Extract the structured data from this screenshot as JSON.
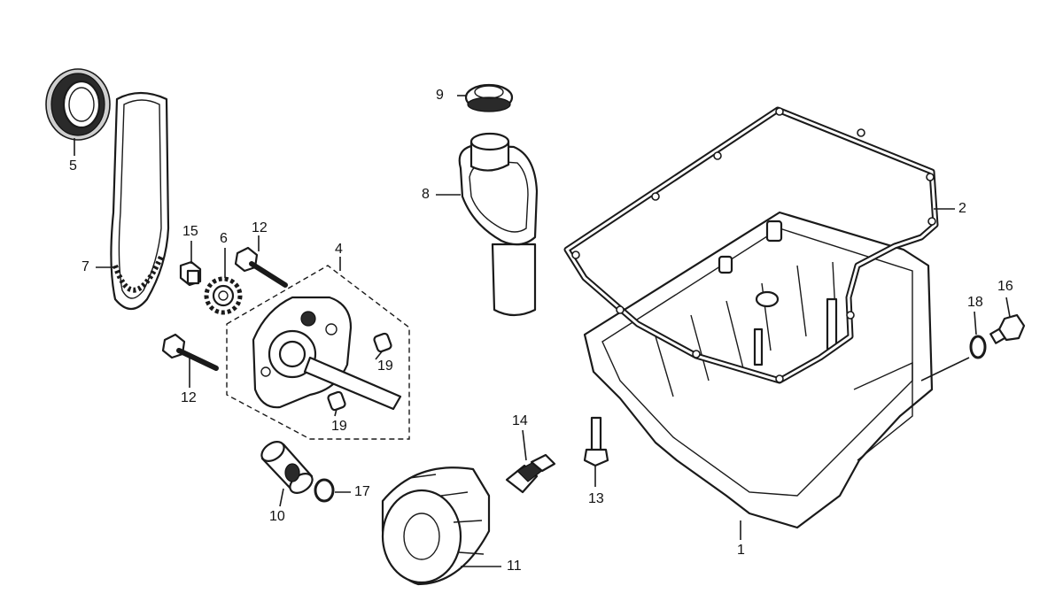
{
  "callouts": [
    {
      "id": "1",
      "part": "oil-pan"
    },
    {
      "id": "2",
      "part": "oil-pan-gasket"
    },
    {
      "id": "4",
      "part": "oil-pump-assembly"
    },
    {
      "id": "5",
      "part": "oil-pump-driven-sprocket"
    },
    {
      "id": "6",
      "part": "oil-pump-drive-sprocket"
    },
    {
      "id": "7",
      "part": "oil-pump-drive-chain"
    },
    {
      "id": "8",
      "part": "oil-strainer"
    },
    {
      "id": "9",
      "part": "strainer-seal"
    },
    {
      "id": "10",
      "part": "oil-pipe"
    },
    {
      "id": "11",
      "part": "oil-filter-cartridge"
    },
    {
      "id": "12a",
      "label": "12",
      "part": "pump-flange-bolt-upper"
    },
    {
      "id": "12b",
      "label": "12",
      "part": "pump-flange-bolt-lower"
    },
    {
      "id": "13",
      "part": "oil-pan-bolt"
    },
    {
      "id": "14",
      "part": "filter-boss"
    },
    {
      "id": "15",
      "part": "sprocket-bolt"
    },
    {
      "id": "16",
      "part": "drain-bolt"
    },
    {
      "id": "17",
      "part": "o-ring"
    },
    {
      "id": "18",
      "part": "sealing-washer"
    },
    {
      "id": "19a",
      "label": "19",
      "part": "dowel-pin-upper"
    },
    {
      "id": "19b",
      "label": "19",
      "part": "dowel-pin-lower"
    }
  ],
  "labels": {
    "c1": "1",
    "c2": "2",
    "c4": "4",
    "c5": "5",
    "c6": "6",
    "c7": "7",
    "c8": "8",
    "c9": "9",
    "c10": "10",
    "c11": "11",
    "c12a": "12",
    "c12b": "12",
    "c13": "13",
    "c14": "14",
    "c15": "15",
    "c16": "16",
    "c17": "17",
    "c18": "18",
    "c19a": "19",
    "c19b": "19"
  }
}
